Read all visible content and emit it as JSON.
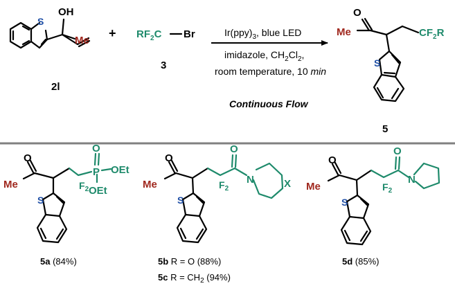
{
  "colors": {
    "text": "#000000",
    "methyl": "#a0281e",
    "fluoro": "#1e8a6b",
    "sulfur": "#1f4fa6",
    "divider": "#808080"
  },
  "reaction": {
    "reactant1": {
      "oh": "OH",
      "me": "Me",
      "s": "S",
      "label": "2l"
    },
    "plus": "+",
    "reactant2": {
      "rf2c": "RF",
      "rf2c_sub": "2",
      "rf2c_c": "C",
      "br": "Br",
      "label": "3"
    },
    "conditions": {
      "line1_a": "Ir(ppy)",
      "line1_sub": "3",
      "line1_b": ", blue LED",
      "line2_a": "imidazole, CH",
      "line2_sub1": "2",
      "line2_b": "Cl",
      "line2_sub2": "2",
      "line2_c": ",",
      "line3_a": "room temperature, 10 ",
      "line3_b": "min",
      "flow": "Continuous Flow"
    },
    "product": {
      "o": "O",
      "me": "Me",
      "cf2r_a": "CF",
      "cf2r_sub": "2",
      "cf2r_b": "R",
      "s": "S",
      "label": "5"
    }
  },
  "products": [
    {
      "id": "5a",
      "yield": "(84%)",
      "o": "O",
      "me": "Me",
      "s": "S",
      "f2": "F",
      "f2sub": "2",
      "p": "P",
      "po": "O",
      "oet1": "OEt",
      "oet2": "OEt"
    },
    {
      "id": "5b",
      "id2": "5c",
      "yield_b": " R = O (88%)",
      "yield_c_a": " R = CH",
      "yield_c_sub": "2",
      "yield_c_b": " (94%)",
      "o": "O",
      "me": "Me",
      "s": "S",
      "f2": "F",
      "f2sub": "2",
      "co": "O",
      "n": "N",
      "x": "X"
    },
    {
      "id": "5d",
      "yield": "(85%)",
      "o": "O",
      "me": "Me",
      "s": "S",
      "f2": "F",
      "f2sub": "2",
      "co": "O",
      "n": "N"
    }
  ]
}
